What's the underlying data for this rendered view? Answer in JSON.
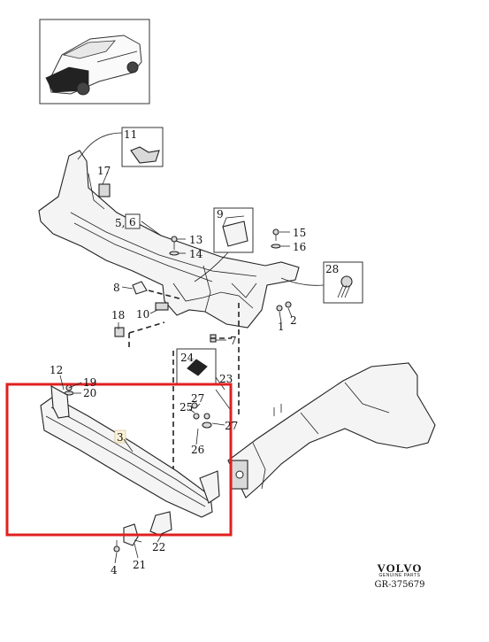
{
  "callouts": [
    "1",
    "2",
    "3",
    "4",
    "5,",
    "6",
    "7",
    "8",
    "9",
    "10",
    "11",
    "12",
    "13",
    "14",
    "15",
    "16",
    "17",
    "18",
    "19",
    "20",
    "21",
    "22",
    "23",
    "24",
    "25",
    "26",
    "27",
    "27",
    "28"
  ],
  "brand": {
    "name": "VOLVO",
    "subtitle": "GENUINE PARTS",
    "reference": "GR-375679"
  },
  "highlight_color": "#e02020",
  "highlight_part_label_bg": "#fdf3d8"
}
